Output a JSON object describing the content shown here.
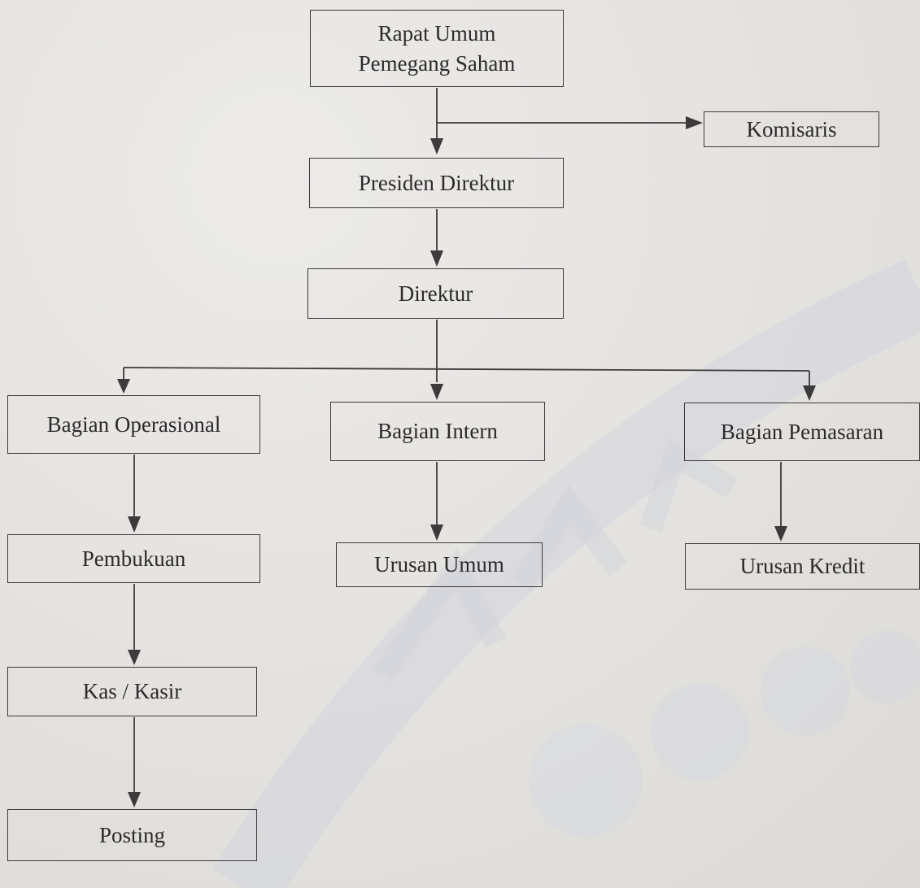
{
  "diagram": {
    "nodes": {
      "rups": {
        "line1": "Rapat Umum",
        "line2": "Pemegang Saham"
      },
      "komisaris": "Komisaris",
      "presiden_direktur": "Presiden Direktur",
      "direktur": "Direktur",
      "bagian_operasional": "Bagian Operasional",
      "bagian_intern": "Bagian Intern",
      "bagian_pemasaran": "Bagian Pemasaran",
      "pembukuan": "Pembukuan",
      "urusan_umum": "Urusan Umum",
      "urusan_kredit": "Urusan Kredit",
      "kas_kasir": "Kas / Kasir",
      "posting": "Posting"
    },
    "edges": [
      {
        "from": "rups",
        "to": "presiden_direktur"
      },
      {
        "from": "rups",
        "to": "komisaris"
      },
      {
        "from": "presiden_direktur",
        "to": "direktur"
      },
      {
        "from": "direktur",
        "to": "bagian_operasional"
      },
      {
        "from": "direktur",
        "to": "bagian_intern"
      },
      {
        "from": "direktur",
        "to": "bagian_pemasaran"
      },
      {
        "from": "bagian_operasional",
        "to": "pembukuan"
      },
      {
        "from": "bagian_intern",
        "to": "urusan_umum"
      },
      {
        "from": "bagian_pemasaran",
        "to": "urusan_kredit"
      },
      {
        "from": "pembukuan",
        "to": "kas_kasir"
      },
      {
        "from": "kas_kasir",
        "to": "posting"
      }
    ],
    "colors": {
      "line": "#3d3a3b",
      "paper": "#e6e4e1",
      "watermark": "#cfd3dc"
    }
  }
}
